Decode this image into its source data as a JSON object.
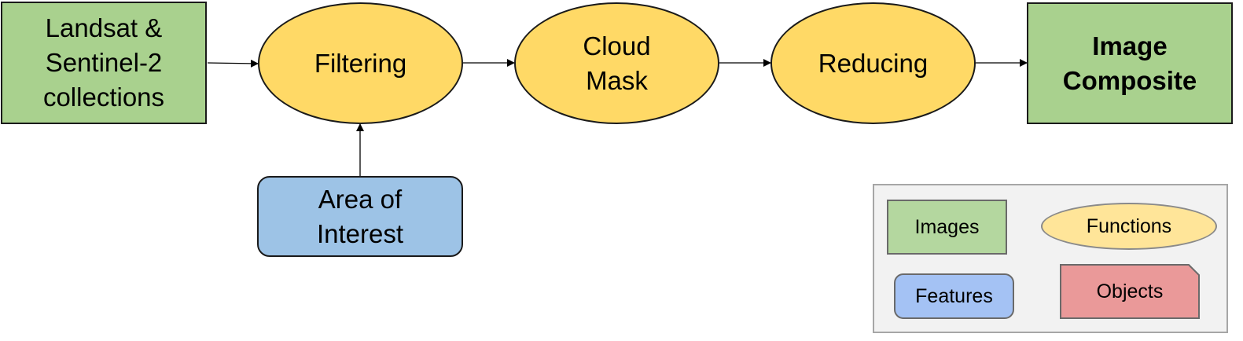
{
  "nodes": {
    "landsat": "Landsat &\nSentinel-2\ncollections",
    "filtering": "Filtering",
    "cloud_mask": "Cloud\nMask",
    "reducing": "Reducing",
    "image_composite": "Image\nComposite",
    "area_of_interest": "Area of\nInterest"
  },
  "legend": {
    "images": "Images",
    "functions": "Functions",
    "features": "Features",
    "objects": "Objects"
  },
  "colors": {
    "images": "#a9d18e",
    "functions": "#ffd966",
    "features": "#9dc3e6",
    "objects": "#ea9999"
  }
}
